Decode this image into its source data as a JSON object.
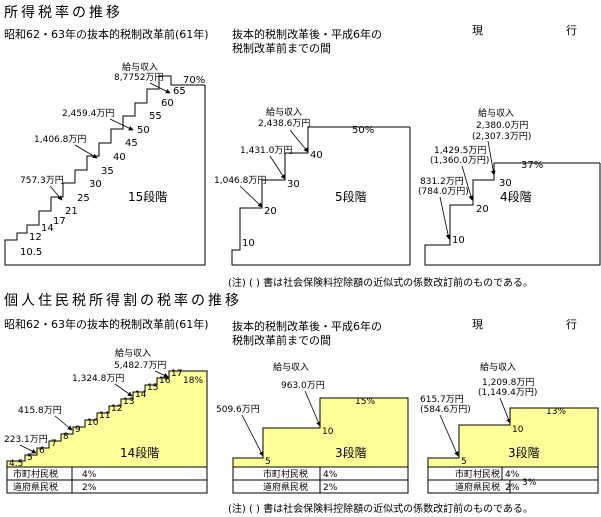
{
  "top": {
    "title": "所得税率の推移",
    "panels": [
      {
        "heading": "昭和62・63年の抜本的税制改革前(61年)",
        "stages_label": "15段階",
        "rates": [
          "10.5",
          "12",
          "14",
          "17",
          "21",
          "25",
          "30",
          "35",
          "40",
          "45",
          "50",
          "55",
          "60",
          "65",
          "70%"
        ],
        "income_label": "給与収入",
        "incomes": [
          "757.3万円",
          "1,406.8万円",
          "2,459.4万円",
          "8,7752万円"
        ]
      },
      {
        "heading_line1": "抜本的税制改革後・平成6年の",
        "heading_line2": "税制改革前までの間",
        "stages_label": "5段階",
        "rates": [
          "10",
          "20",
          "30",
          "40",
          "50%"
        ],
        "income_label": "給与収入",
        "incomes": [
          "1,046.8万円",
          "1,431.0万円",
          "2,438.6万円"
        ]
      },
      {
        "heading_left": "現",
        "heading_right": "行",
        "stages_label": "4段階",
        "rates": [
          "10",
          "20",
          "30",
          "37%"
        ],
        "income_label": "給与収入",
        "incomes_a": [
          "831.2万円",
          "1,429.5万円",
          "2,380.0万円"
        ],
        "incomes_b": [
          "(784.0万円)",
          "(1,360.0万円)",
          "(2,307.3万円)"
        ]
      }
    ],
    "footnote": "(注) ( ) 書は社会保険料控除額の近似式の係数改訂前のものである。"
  },
  "bottom": {
    "title": "個人住民税所得割の税率の推移",
    "panels": [
      {
        "heading": "昭和62・63年の抜本的税制改革前(61年)",
        "stages_label": "14段階",
        "rates": [
          "4.5",
          "5",
          "6",
          "7",
          "8",
          "9",
          "10",
          "11",
          "12",
          "13",
          "14",
          "15",
          "16",
          "17",
          "18%"
        ],
        "income_label": "給与収入",
        "incomes": [
          "223.1万円",
          "415.8万円",
          "1,324.8万円",
          "5,482.7万円"
        ],
        "muni_label": "市町村民税",
        "muni_rate": "4%",
        "pref_label": "道府県民税",
        "pref_rate": "2%"
      },
      {
        "heading_line1": "抜本的税制改革後・平成6年の",
        "heading_line2": "税制改革前までの間",
        "stages_label": "3段階",
        "rates": [
          "5",
          "10",
          "15%"
        ],
        "income_label": "給与収入",
        "incomes": [
          "509.6万円",
          "963.0万円"
        ],
        "muni_label": "市町村民税",
        "muni_rate": "4%",
        "pref_label": "道府県民税",
        "pref_rate": "2%"
      },
      {
        "heading_left": "現",
        "heading_right": "行",
        "stages_label": "3段階",
        "rates": [
          "5",
          "10",
          "13%"
        ],
        "income_label": "給与収入",
        "incomes_a": [
          "615.7万円",
          "1,209.8万円"
        ],
        "incomes_b": [
          "(584.6万円)",
          "(1,149.4万円)"
        ],
        "muni_label": "市町村民税",
        "muni_rate": "4%",
        "pref_label": "道府県民税",
        "pref_rate": "2%",
        "pref_extra": "3%"
      }
    ],
    "footnote": "(注) ( ) 書は社会保険料控除額の近似式の係数改訂前のものである。"
  }
}
